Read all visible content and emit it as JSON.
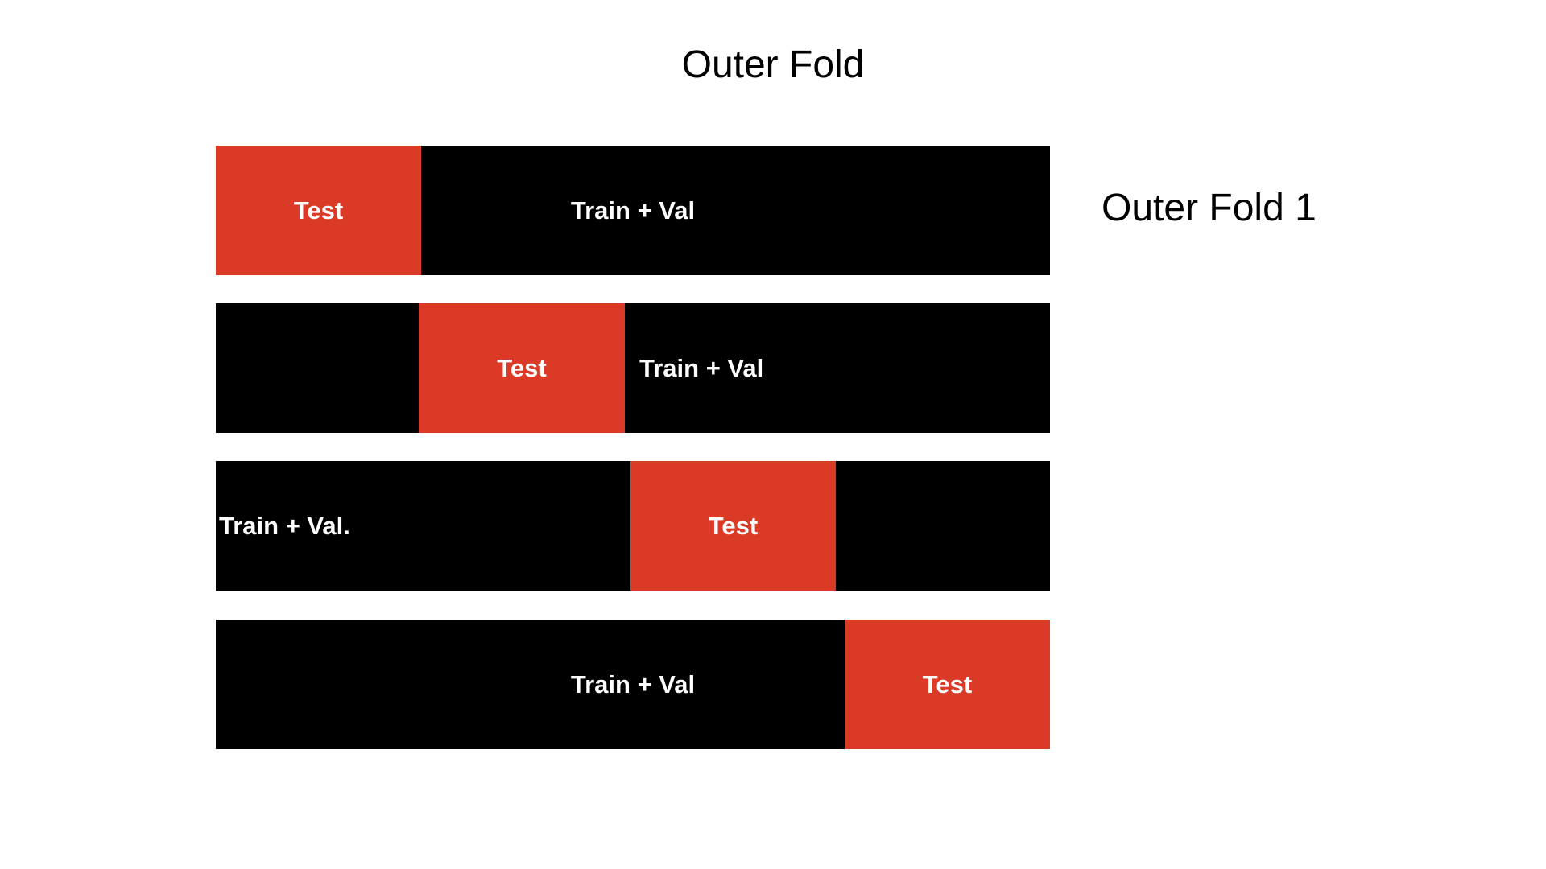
{
  "title": "Outer Fold",
  "caption": "Outer Fold 1",
  "colors": {
    "test": "#db3a26",
    "train_val": "#000000",
    "label_text": "#ffffff"
  },
  "folds": [
    {
      "test_label": "Test",
      "train_label": "Train + Val"
    },
    {
      "test_label": "Test",
      "train_label": "Train + Val"
    },
    {
      "test_label": "Test",
      "train_label": "Train + Val."
    },
    {
      "test_label": "Test",
      "train_label": "Train + Val"
    }
  ]
}
